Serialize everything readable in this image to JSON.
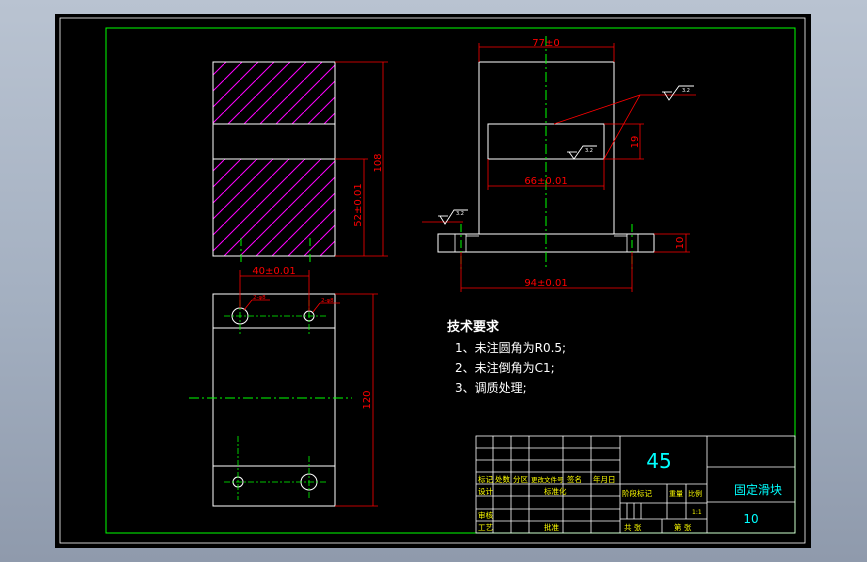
{
  "colors": {
    "viewport": "#a8b3c3",
    "sheet": "#000000",
    "frame": "#00ff00",
    "outline": "#ffffff",
    "dimension": "#ff0000",
    "hatch": "#ff00ff",
    "centerline": "#00ff00",
    "surface_symbol": "#ffffff",
    "notes": "#ffffff",
    "titleblock_text": "#ffff00",
    "titleblock_value": "#00ffff"
  },
  "dimensions": {
    "top_width": "77±0",
    "slot_width": "66±0.01",
    "base_width": "94±0.01",
    "slot_depth": "19",
    "base_height": "10",
    "side_height": "108",
    "side_offset": "52±0.01",
    "hole_spacing": "40±0.01",
    "plan_height": "120",
    "hole_callout_left": "2-φ8",
    "hole_callout_right": "2-φ8"
  },
  "surface_marks": {
    "mark_a": "3.2",
    "mark_b": "3.2",
    "mark_c": "3.2"
  },
  "tech_requirements": {
    "title": "技术要求",
    "items": [
      "1、未注圆角为R0.5;",
      "2、未注倒角为C1;",
      "3、调质处理;"
    ]
  },
  "titleblock": {
    "material": "45",
    "part_name": "固定滑块",
    "drawing_no": "10",
    "row_labels": [
      "标记",
      "处数",
      "分区",
      "更改文件号",
      "签名",
      "年月日"
    ],
    "designer_label": "设计",
    "standard_label": "标准化",
    "review_label": "审核",
    "process_label": "工艺",
    "approve_label": "批准",
    "stage_label": "阶段标记",
    "weight_label": "重量",
    "scale_label": "比例",
    "scale_value": "1:1",
    "sheets_total": "共 张",
    "sheet_no": "第 张"
  }
}
